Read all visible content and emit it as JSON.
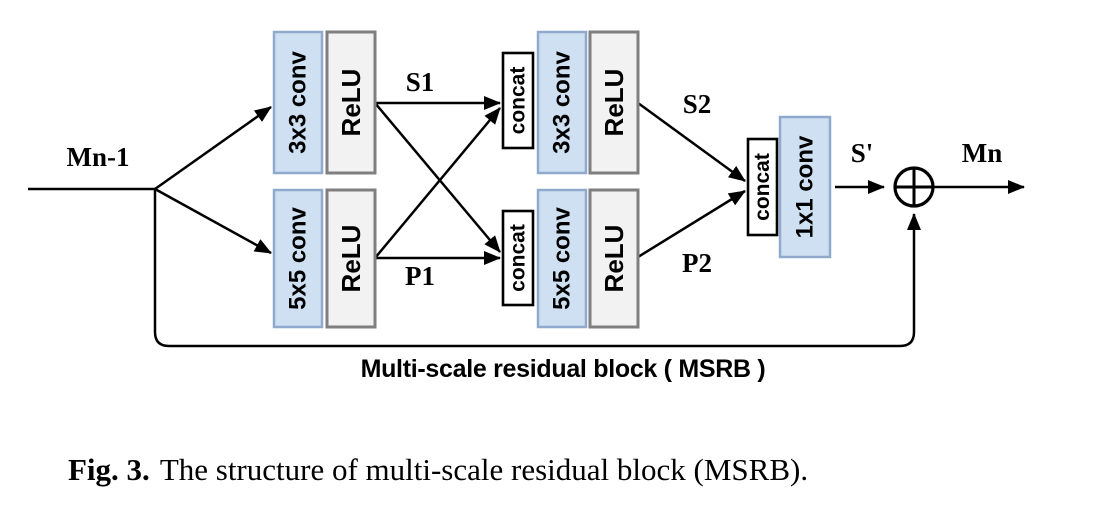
{
  "figure": {
    "input_label": "Mn-1",
    "output_label": "Mn",
    "wire_labels": {
      "s1": "S1",
      "p1": "P1",
      "s2": "S2",
      "p2": "P2",
      "s_prime": "S'"
    },
    "blocks": {
      "conv3x3": "3x3 conv",
      "conv5x5": "5x5 conv",
      "conv1x1": "1x1 conv",
      "relu": "ReLU",
      "concat": "concat"
    },
    "group_label": "Multi-scale residual block ( MSRB )",
    "colors": {
      "conv_fill": "#cfe0f2",
      "conv_border": "#8faacd",
      "relu_fill": "#f2f2f2",
      "relu_border": "#7f7f7f",
      "concat_fill": "#ffffff",
      "line": "#000000"
    }
  },
  "caption": {
    "label": "Fig. 3.",
    "text": "The structure of multi-scale residual block (MSRB)."
  }
}
